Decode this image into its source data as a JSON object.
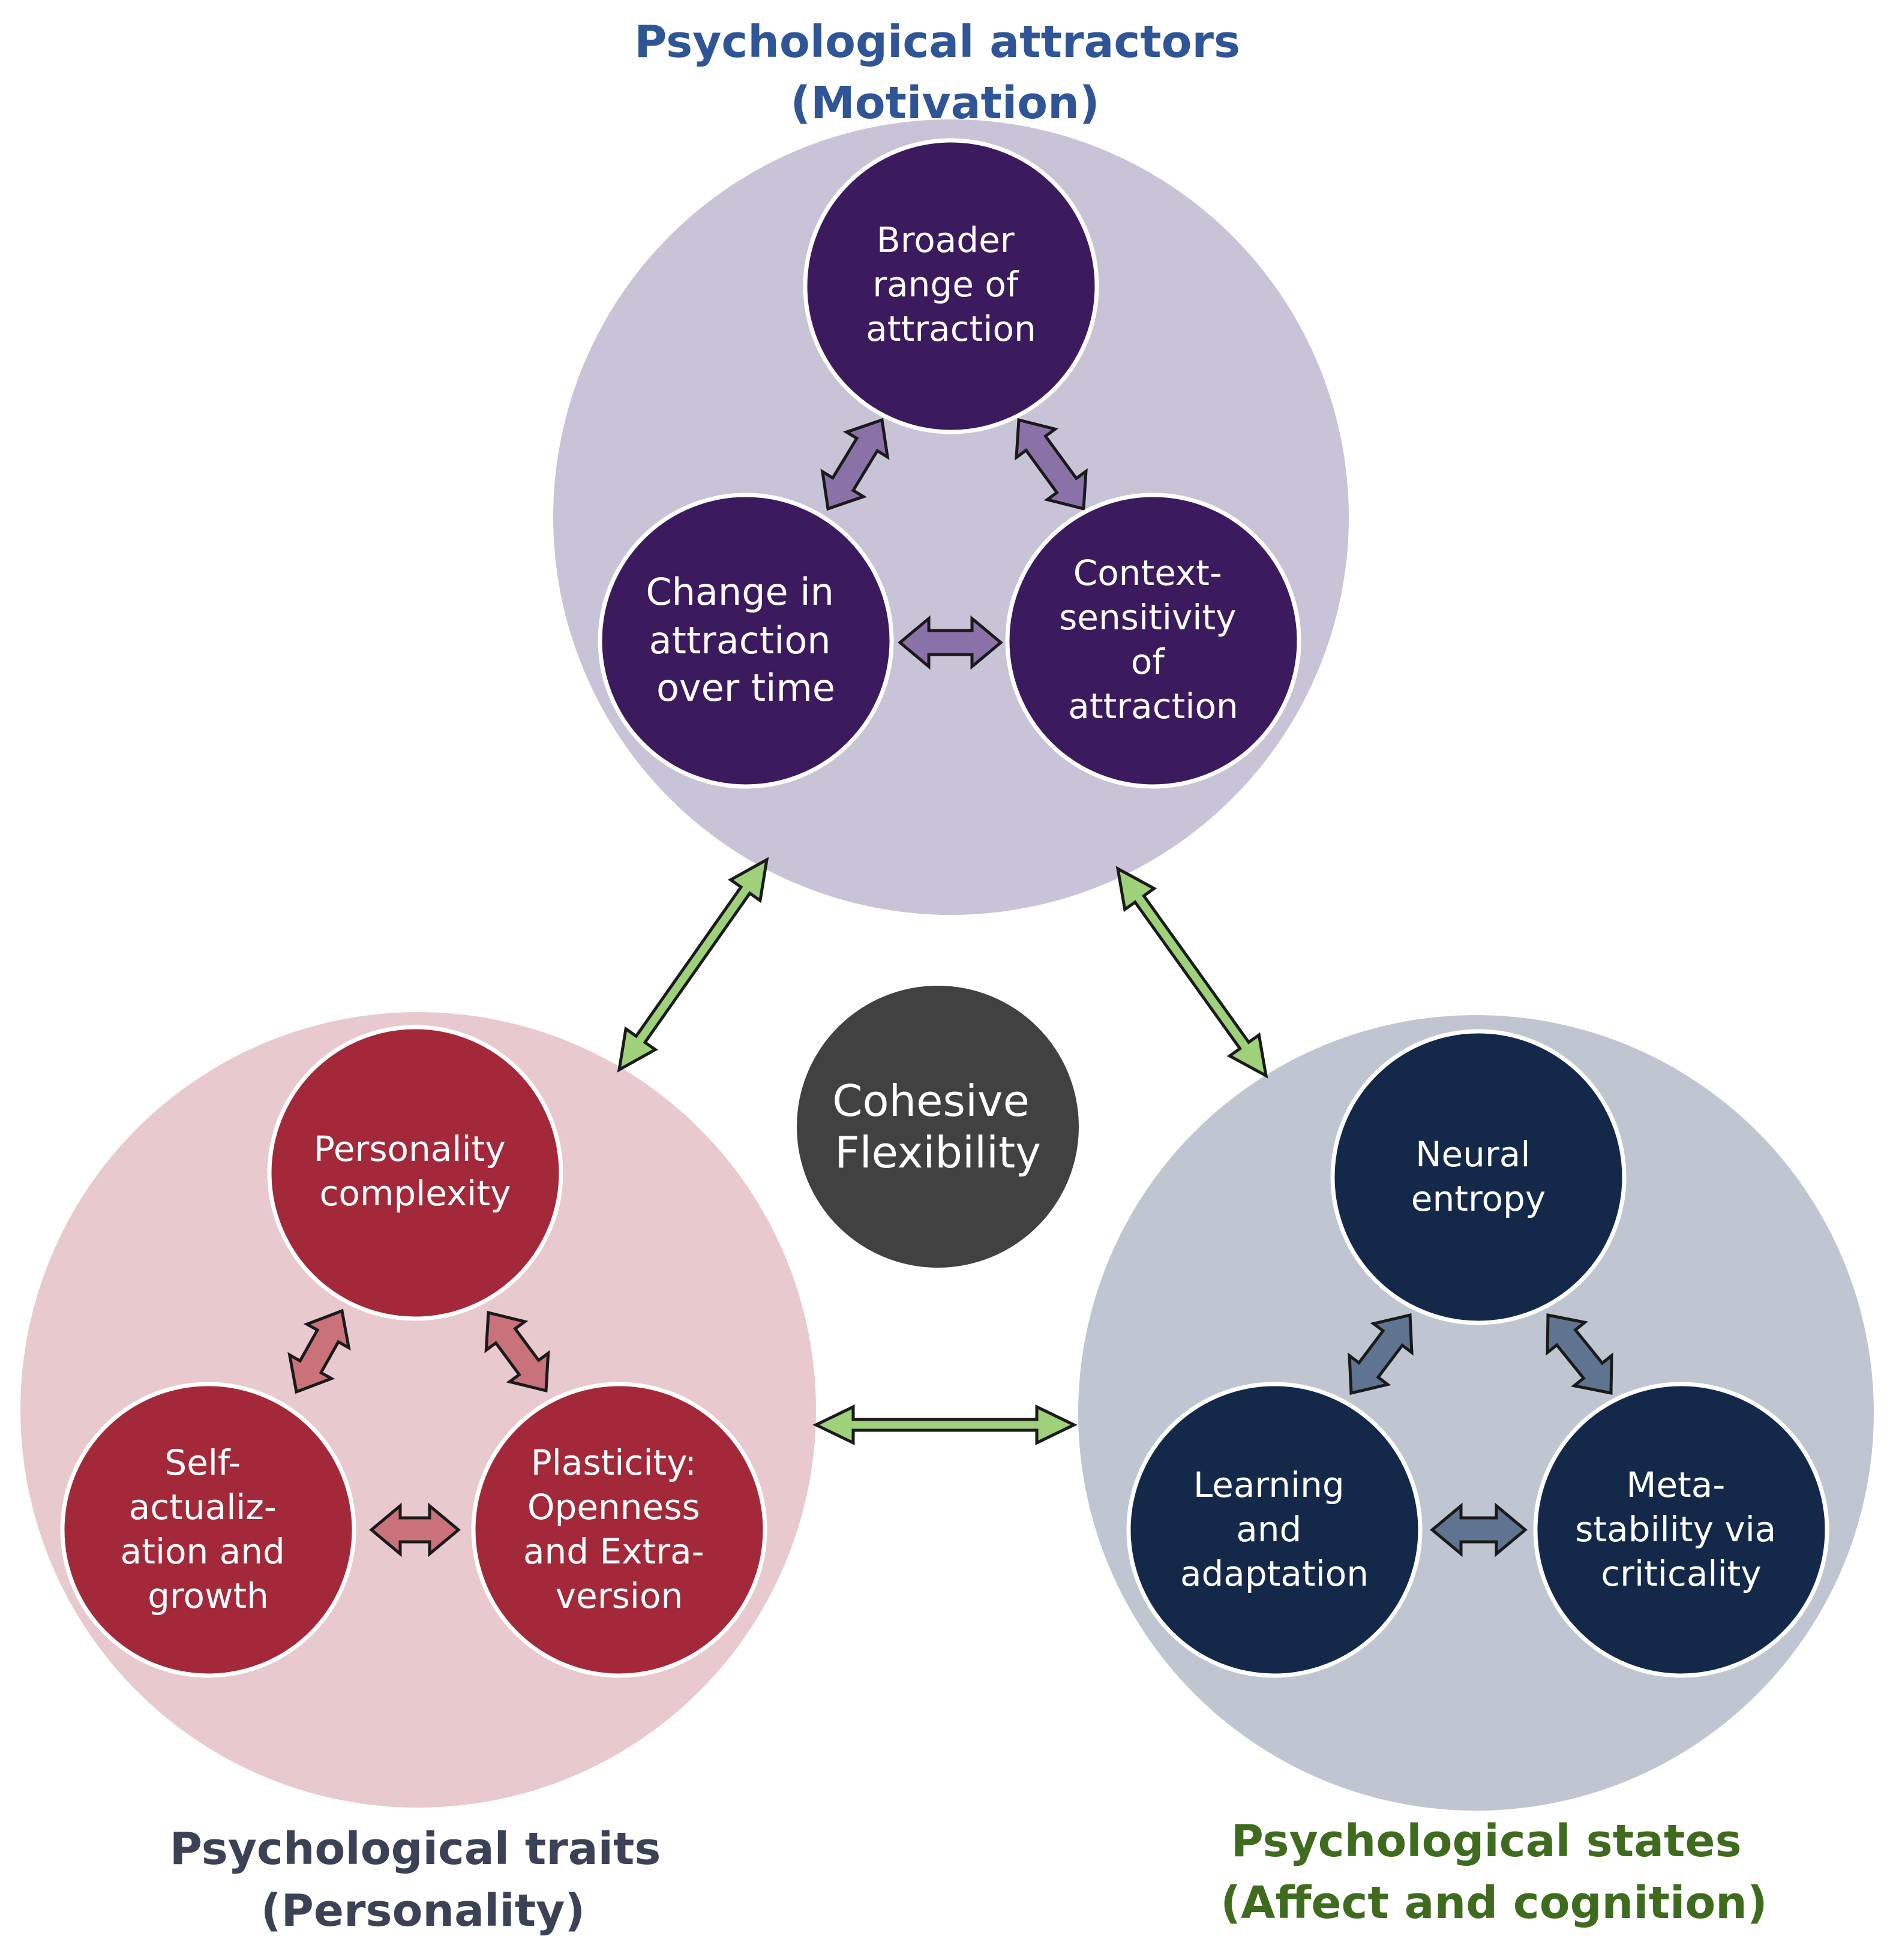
{
  "colors": {
    "motivation_title": "#2f5597",
    "traits_title": "#3b4256",
    "states_title": "#3f6b1f",
    "motivation_big": "#c9c3d8",
    "motivation_node": "#3b1b5e",
    "motivation_arrow": "#8a72a8",
    "traits_big": "#e8c9ce",
    "traits_node": "#a3293a",
    "traits_arrow": "#c9727c",
    "states_big": "#c0c6d1",
    "states_node": "#14294a",
    "states_arrow": "#5f7490",
    "center": "#414141",
    "link_arrow": "#9fd07a"
  },
  "motivation": {
    "title": [
      "Psychological attractors",
      "(Motivation)"
    ],
    "nodes": {
      "top": [
        "Broader",
        "range of",
        "attraction"
      ],
      "left": [
        "Change in",
        "attraction",
        "over time"
      ],
      "right": [
        "Context-",
        "sensitivity",
        "of",
        "attraction"
      ]
    }
  },
  "traits": {
    "title": [
      "Psychological traits",
      "(Personality)"
    ],
    "nodes": {
      "top": [
        "Personality",
        "complexity"
      ],
      "left": [
        "Self-",
        "actualiz-",
        "ation and",
        "growth"
      ],
      "right": [
        "Plasticity:",
        "Openness",
        "and Extra-",
        "version"
      ]
    }
  },
  "states": {
    "title": [
      "Psychological states",
      "(Affect and cognition)"
    ],
    "nodes": {
      "top": [
        "Neural",
        "entropy"
      ],
      "left": [
        "Learning",
        "and",
        "adaptation"
      ],
      "right": [
        "Meta-",
        "stability via",
        "criticality"
      ]
    }
  },
  "center": {
    "label": [
      "Cohesive",
      "Flexibility"
    ]
  }
}
